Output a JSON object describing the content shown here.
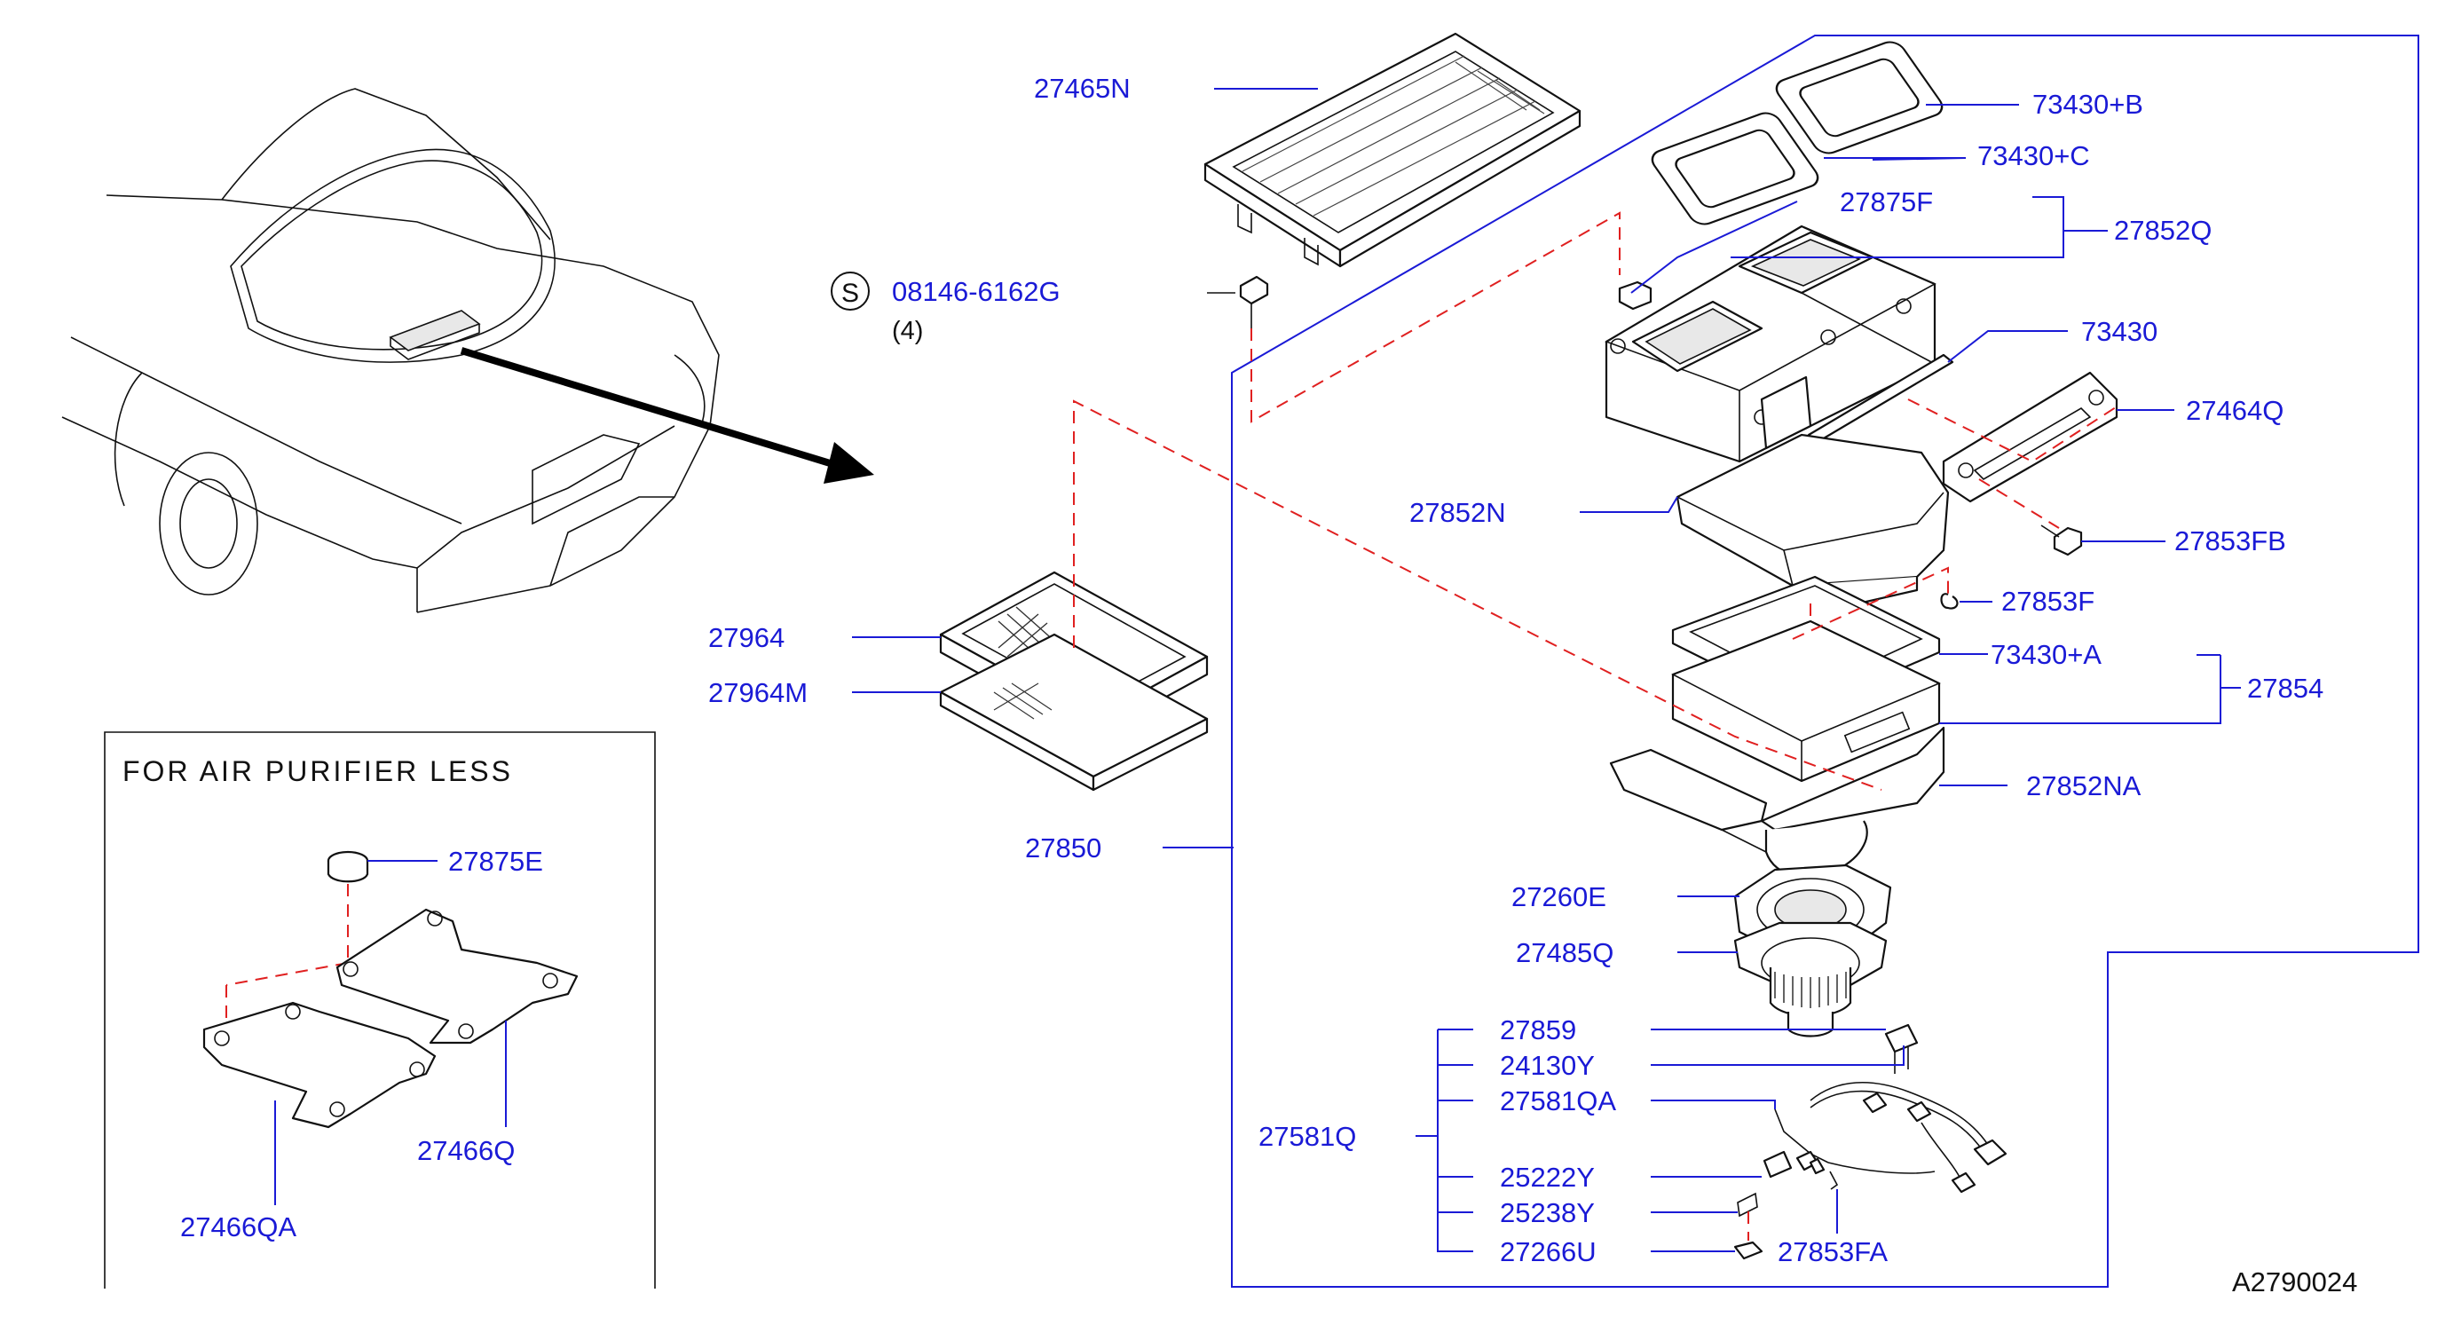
{
  "diagram_id": "A2790024",
  "inset": {
    "title": "FOR AIR PURIFIER LESS"
  },
  "screw_note": {
    "symbol": "S",
    "part": "08146-6162G",
    "qty": "(4)"
  },
  "labels": {
    "p27465N": "27465N",
    "p73430B": "73430+B",
    "p73430C": "73430+C",
    "p27875F": "27875F",
    "p27852Q": "27852Q",
    "p73430": "73430",
    "p27464Q": "27464Q",
    "p27852N": "27852N",
    "p27853FB": "27853FB",
    "p27853F": "27853F",
    "p27964": "27964",
    "p73430A": "73430+A",
    "p27854": "27854",
    "p27964M": "27964M",
    "p27852NA": "27852NA",
    "p27850": "27850",
    "p27260E": "27260E",
    "p27485Q": "27485Q",
    "p27859": "27859",
    "p24130Y": "24130Y",
    "p27581QA": "27581QA",
    "p27581Q": "27581Q",
    "p25222Y": "25222Y",
    "p25238Y": "25238Y",
    "p27266U": "27266U",
    "p27853FA": "27853FA",
    "p27875E": "27875E",
    "p27466Q": "27466Q",
    "p27466QA": "27466QA"
  }
}
